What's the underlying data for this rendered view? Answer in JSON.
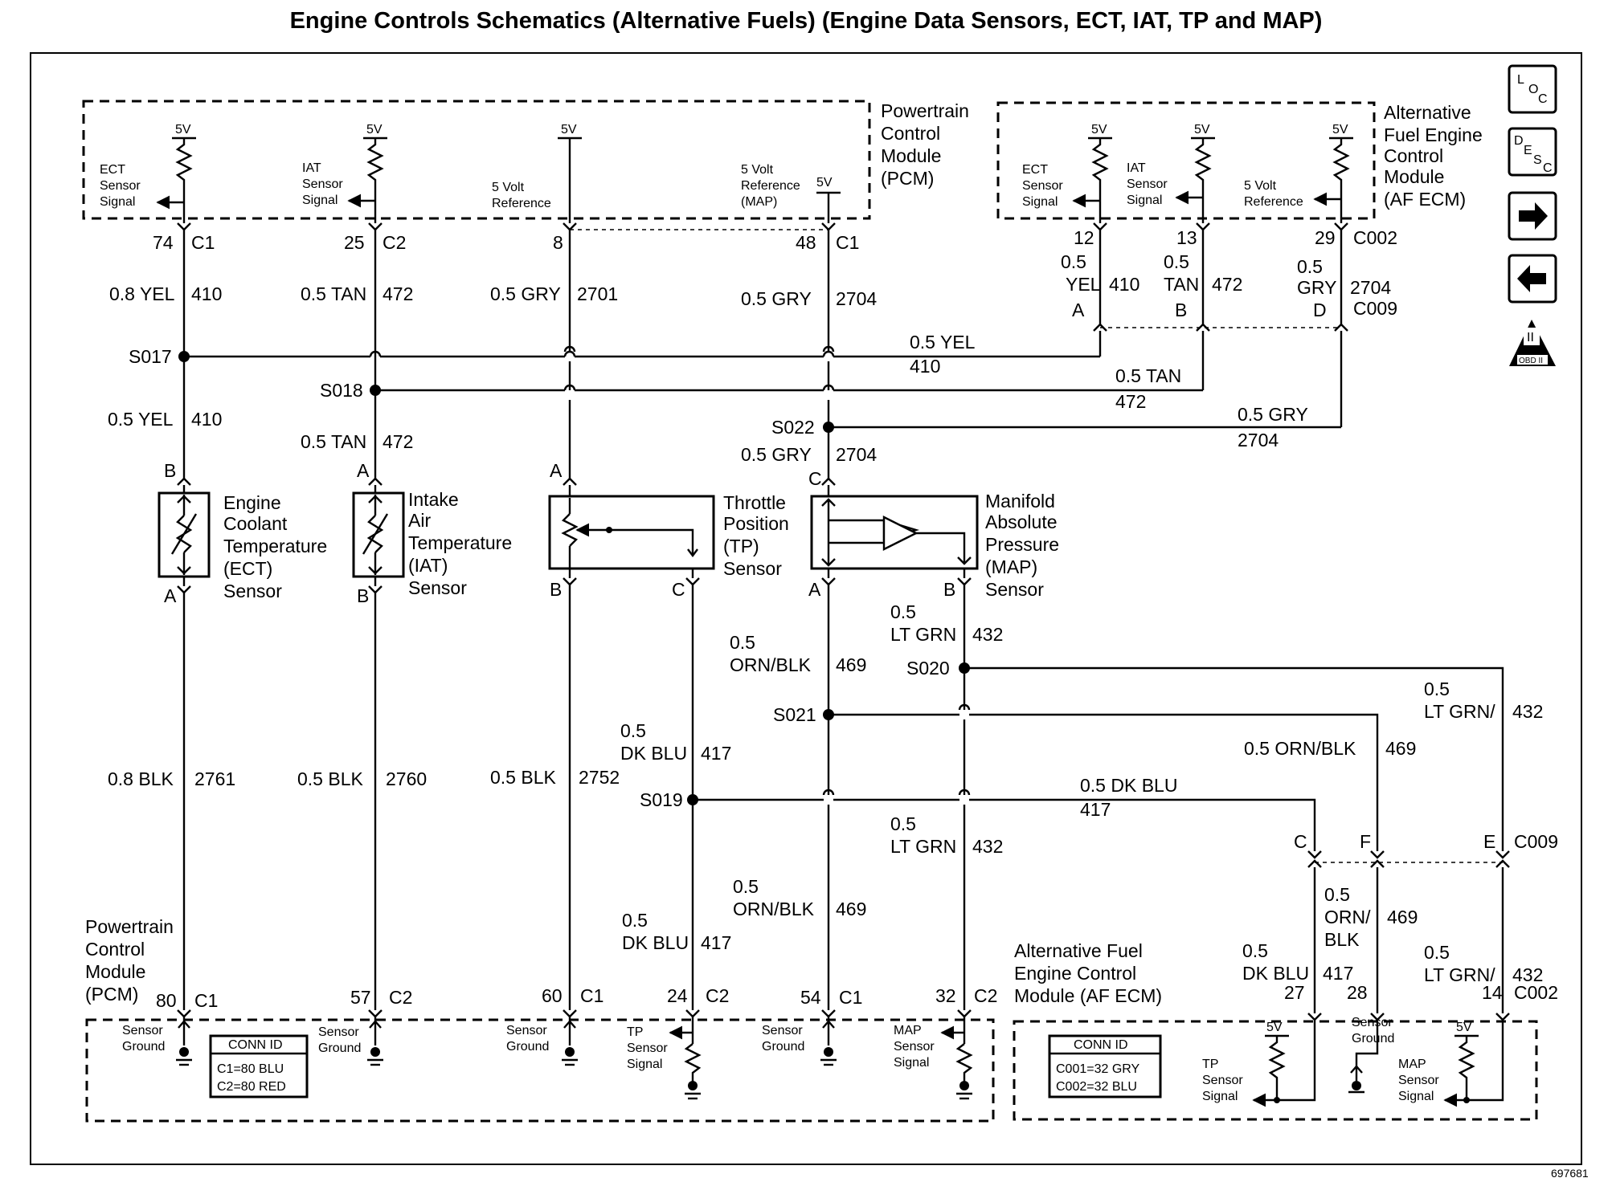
{
  "title": "Engine Controls Schematics (Alternative Fuels) (Engine Data Sensors, ECT, IAT, TP and MAP)",
  "modules": {
    "pcm_top": [
      "Powertrain",
      "Control",
      "Module",
      "(PCM)"
    ],
    "afecm_top": [
      "Alternative",
      "Fuel Engine",
      "Control",
      "Module",
      "(AF ECM)"
    ],
    "pcm_bottom": [
      "Powertrain",
      "Control",
      "Module",
      "(PCM)"
    ],
    "afecm_bottom": [
      "Alternative Fuel",
      "Engine Control",
      "Module (AF ECM)"
    ]
  },
  "internal": {
    "v5": "5V",
    "ect_signal": [
      "ECT",
      "Sensor",
      "Signal"
    ],
    "iat_signal": [
      "IAT",
      "Sensor",
      "Signal"
    ],
    "ref5": [
      "5 Volt",
      "Reference"
    ],
    "ref_map": [
      "5 Volt",
      "Reference",
      "(MAP)"
    ],
    "sensor_ground": [
      "Sensor",
      "Ground"
    ],
    "tp_signal": [
      "TP",
      "Sensor",
      "Signal"
    ],
    "map_signal": [
      "MAP",
      "Sensor",
      "Signal"
    ]
  },
  "connectors": {
    "c1": "C1",
    "c2": "C2",
    "c002": "C002",
    "c009": "C009",
    "pins_top": [
      "74",
      "25",
      "8",
      "48",
      "12",
      "13",
      "29"
    ],
    "pins_bottom": [
      "80",
      "57",
      "60",
      "24",
      "54",
      "32",
      "27",
      "28",
      "14"
    ],
    "c009_pins_top": [
      "A",
      "B",
      "D"
    ],
    "c009_pins_bottom": [
      "C",
      "F",
      "E"
    ],
    "sensor_pins": [
      "B",
      "A",
      "A",
      "B",
      "A",
      "B",
      "C",
      "C",
      "A",
      "B"
    ]
  },
  "wires": {
    "w410": "410",
    "w472": "472",
    "w2701": "2701",
    "w2704": "2704",
    "w2761": "2761",
    "w2760": "2760",
    "w2752": "2752",
    "w417": "417",
    "w469": "469",
    "w432": "432",
    "c08yel": "0.8 YEL",
    "c05yel": "0.5 YEL",
    "c05tan": "0.5 TAN",
    "c05gry": "0.5 GRY",
    "c08blk": "0.8 BLK",
    "c05blk": "0.5 BLK",
    "c05": "0.5",
    "yel": "YEL",
    "tan": "TAN",
    "gry": "GRY",
    "ltgrn": "LT GRN",
    "ltgrn_slash": "LT GRN/",
    "ornblk": "ORN/BLK",
    "c05ornblk": "0.5 ORN/BLK",
    "c05dkblu": "0.5 DK BLU",
    "dkblu": "DK BLU",
    "orn_slash": "ORN/",
    "blk": "BLK"
  },
  "splices": [
    "S017",
    "S018",
    "S022",
    "S020",
    "S021",
    "S019"
  ],
  "sensors": {
    "ect": [
      "Engine",
      "Coolant",
      "Temperature",
      "(ECT)",
      "Sensor"
    ],
    "iat": [
      "Intake",
      "Air",
      "Temperature",
      "(IAT)",
      "Sensor"
    ],
    "tp": [
      "Throttle",
      "Position",
      "(TP)",
      "Sensor"
    ],
    "map": [
      "Manifold",
      "Absolute",
      "Pressure",
      "(MAP)",
      "Sensor"
    ]
  },
  "conn_id_pcm": {
    "header": "CONN ID",
    "rows": [
      "C1=80 BLU",
      "C2=80 RED"
    ]
  },
  "conn_id_afecm": {
    "header": "CONN ID",
    "rows": [
      "C001=32 GRY",
      "C002=32 BLU"
    ]
  },
  "nav": {
    "loc": [
      "L",
      "O",
      "C"
    ],
    "desc": [
      "D",
      "E",
      "S",
      "C"
    ],
    "obd": "OBD II",
    "obd_top": "II"
  },
  "figure_id": "697681"
}
